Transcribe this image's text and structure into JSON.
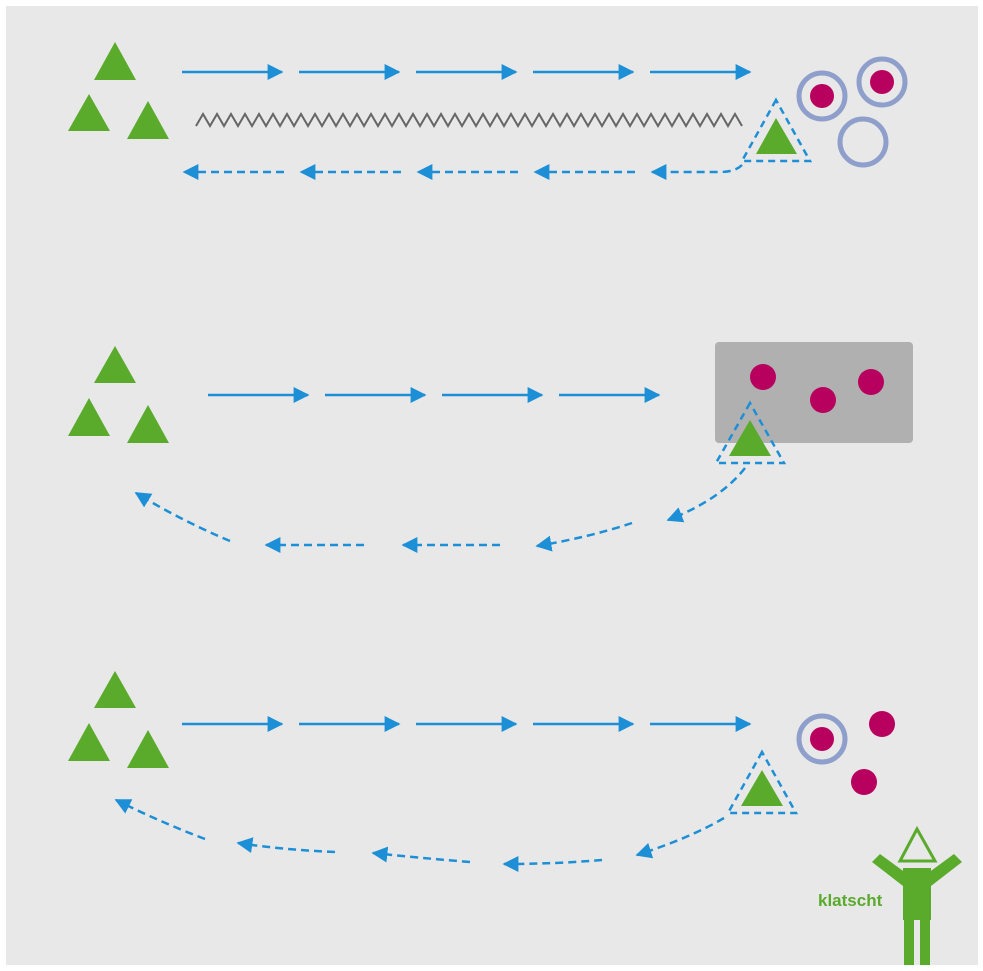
{
  "colors": {
    "background": "#e8e8e8",
    "player": "#5aaa2c",
    "ball": "#b8005f",
    "hoop": "#8f9fcb",
    "arrow": "#1d8fd6",
    "zigzag": "#666666",
    "box": "#b0b0b0",
    "label": "#5aaa2c"
  },
  "diagram": {
    "panels": [
      {
        "name": "panel-1",
        "run_out": "solid-arrows",
        "zigzag": true,
        "target": "hoops-with-balls",
        "return": "dashed-straight"
      },
      {
        "name": "panel-2",
        "run_out": "solid-arrows",
        "zigzag": false,
        "target": "grey-mat-with-balls",
        "return": "dashed-curved"
      },
      {
        "name": "panel-3",
        "run_out": "solid-arrows",
        "zigzag": false,
        "target": "hoop-and-loose-balls",
        "return": "dashed-curved",
        "figure": "clapping-person"
      }
    ],
    "clap_label": "klatscht"
  }
}
